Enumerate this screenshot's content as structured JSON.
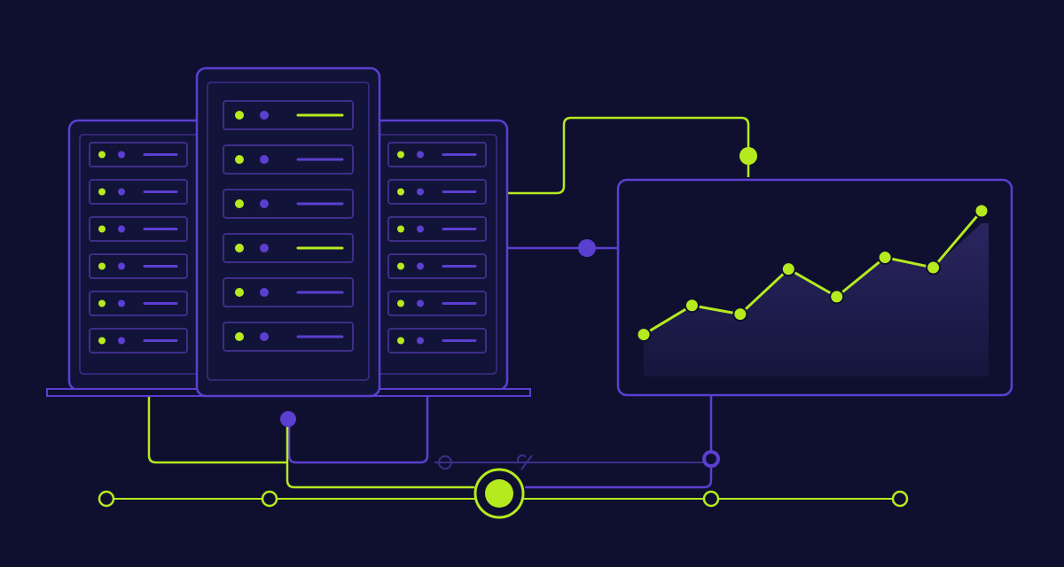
{
  "colors": {
    "background": "#0f1030",
    "rack_fill": "#121338",
    "purple": "#5b3fd0",
    "purple_dim": "#3d2e8a",
    "green": "#b5ea1f",
    "chart_area_top": "#2a2560",
    "chart_area_bottom": "#15163d"
  },
  "icons": [
    "server-rack-icon",
    "line-chart-icon",
    "network-node-icon",
    "link-icon"
  ],
  "racks": {
    "left": {
      "units": 6,
      "led_colors": [
        "green",
        "purple"
      ]
    },
    "center": {
      "units": 6,
      "highlighted_units": [
        0,
        3
      ]
    },
    "right": {
      "units": 6,
      "led_colors": [
        "green",
        "purple"
      ]
    }
  },
  "chart_data": {
    "type": "area",
    "title": "",
    "xlabel": "",
    "ylabel": "",
    "x": [
      1,
      2,
      3,
      4,
      5,
      6,
      7,
      8
    ],
    "values": [
      10,
      30,
      24,
      55,
      36,
      63,
      56,
      95
    ],
    "ylim": [
      0,
      100
    ],
    "grid": false,
    "legend": "none"
  },
  "timeline": {
    "nodes": 5,
    "active_node": 2
  }
}
